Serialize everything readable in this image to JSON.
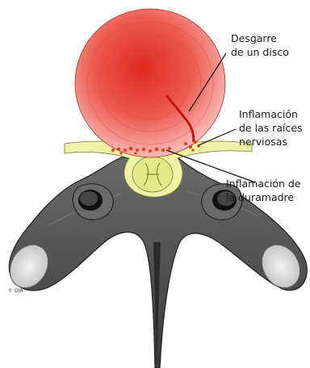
{
  "labels": {
    "disc_tear": [
      "Desgarre",
      "de un disco"
    ],
    "root_inflammation": [
      "Inflamación",
      "de las raíces",
      "nerviosas"
    ],
    "dura_inflammation": [
      "Inflamación de",
      "la duramadre"
    ]
  },
  "copyright": "© OIA",
  "colors": {
    "disc_red": "#e8392c",
    "disc_light": "#f7a6a0",
    "bone": "#5a5a5a",
    "bone_dark": "#2e2e2e",
    "cord_yellow": "#e9ec8e",
    "inflammation": "#e0421e"
  }
}
